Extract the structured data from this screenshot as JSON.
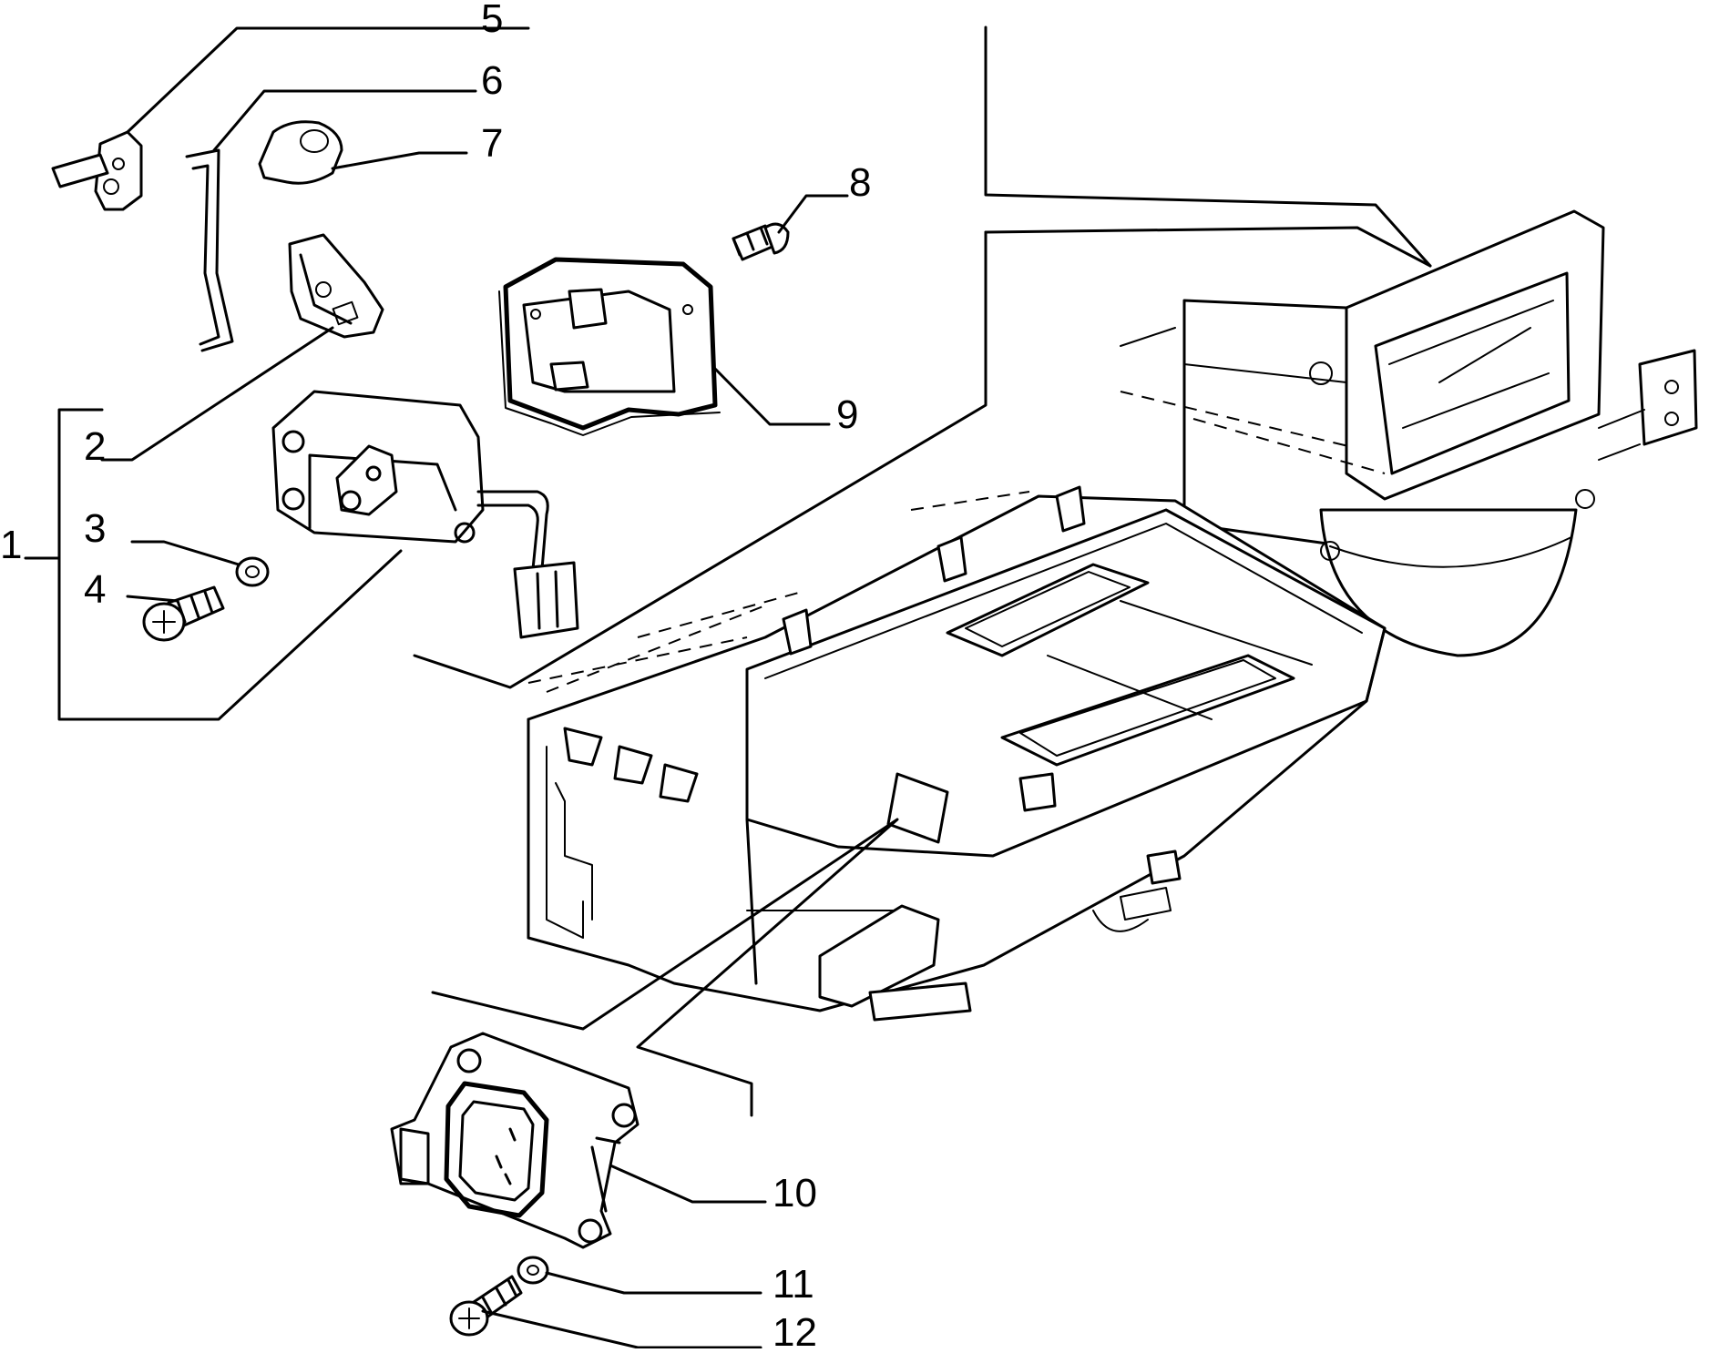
{
  "diagram": {
    "type": "exploded-parts",
    "callouts": {
      "c1": "1",
      "c2": "2",
      "c3": "3",
      "c4": "4",
      "c5": "5",
      "c6": "6",
      "c7": "7",
      "c8": "8",
      "c9": "9",
      "c10": "10",
      "c11": "11",
      "c12": "12"
    }
  },
  "colors": {
    "ink": "#000000",
    "paper": "#ffffff"
  }
}
